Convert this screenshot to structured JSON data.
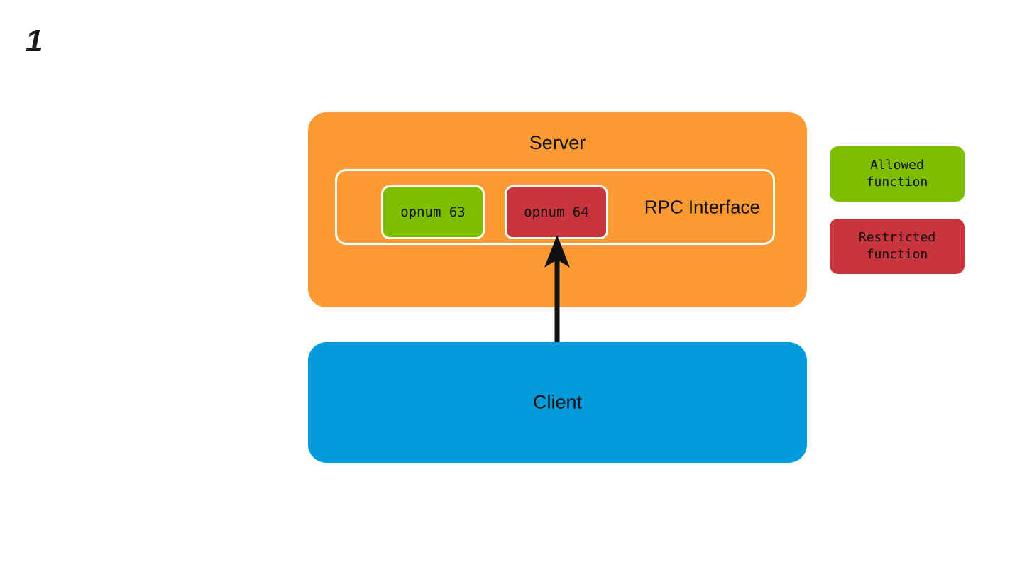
{
  "slide": {
    "number": "1"
  },
  "server": {
    "title": "Server",
    "color": "#fb9a33",
    "rpc_interface": {
      "label": "RPC Interface",
      "border_color": "#ffffff",
      "functions": [
        {
          "label": "opnum 63",
          "status": "allowed",
          "color": "#7dbf00"
        },
        {
          "label": "opnum 64",
          "status": "restricted",
          "color": "#c9353e"
        }
      ]
    }
  },
  "client": {
    "title": "Client",
    "color": "#039bdc"
  },
  "arrow": {
    "name": "client-to-opnum-64-call",
    "color": "#111111",
    "direction": "up"
  },
  "legend": {
    "items": [
      {
        "label": "Allowed\nfunction",
        "color": "#7dbf00"
      },
      {
        "label": "Restricted\nfunction",
        "color": "#c9353e"
      }
    ]
  },
  "diagram_data": {
    "type": "diagram",
    "nodes": [
      {
        "id": "server",
        "label": "Server",
        "color": "#fb9a33"
      },
      {
        "id": "rpc-interface",
        "label": "RPC Interface",
        "parent": "server"
      },
      {
        "id": "opnum-63",
        "label": "opnum 63",
        "parent": "rpc-interface",
        "color": "#7dbf00"
      },
      {
        "id": "opnum-64",
        "label": "opnum 64",
        "parent": "rpc-interface",
        "color": "#c9353e"
      },
      {
        "id": "client",
        "label": "Client",
        "color": "#039bdc"
      }
    ],
    "edges": [
      {
        "from": "client",
        "to": "opnum-64",
        "style": "solid-arrow"
      }
    ]
  }
}
